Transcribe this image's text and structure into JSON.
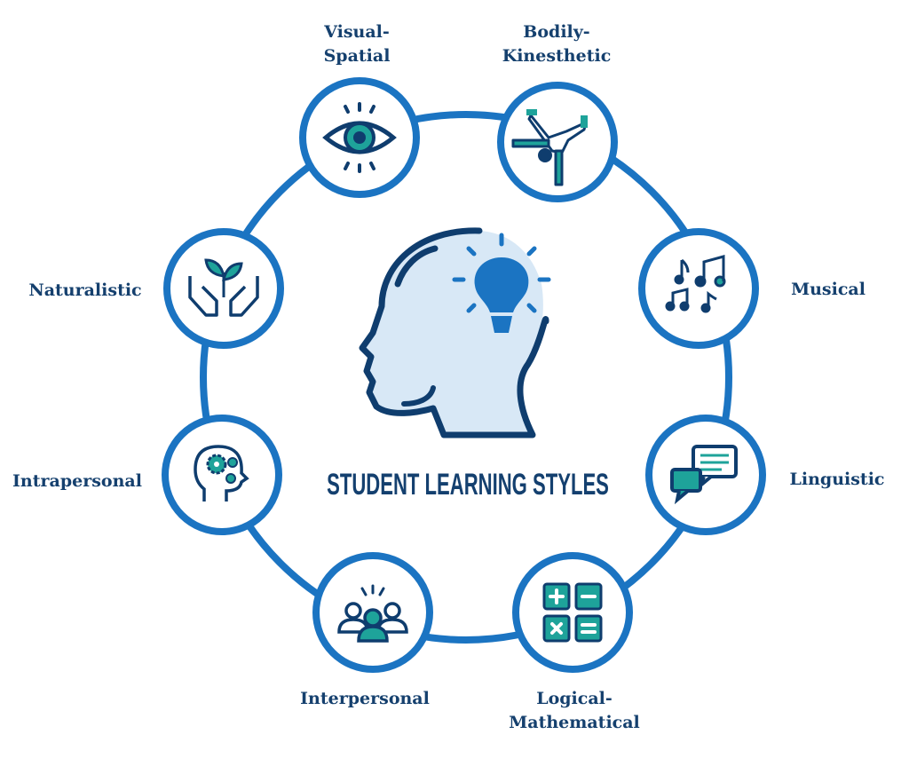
{
  "title": "STUDENT LEARNING STYLES",
  "colors": {
    "ring": "#1b74c2",
    "navy": "#0f3d6e",
    "teal": "#1ea39a",
    "light": "#d8e8f6"
  },
  "styles": [
    {
      "lines": [
        "Visual-",
        "Spatial"
      ],
      "icon": "eye-icon"
    },
    {
      "lines": [
        "Bodily-",
        "Kinesthetic"
      ],
      "icon": "cartwheel-person-icon"
    },
    {
      "lines": [
        "Musical"
      ],
      "icon": "music-notes-icon"
    },
    {
      "lines": [
        "Linguistic"
      ],
      "icon": "speech-bubbles-icon"
    },
    {
      "lines": [
        "Logical-",
        "Mathematical"
      ],
      "icon": "calculator-symbols-icon"
    },
    {
      "lines": [
        "Interpersonal"
      ],
      "icon": "group-people-icon"
    },
    {
      "lines": [
        "Intrapersonal"
      ],
      "icon": "head-gears-icon"
    },
    {
      "lines": [
        "Naturalistic"
      ],
      "icon": "hands-plant-icon"
    }
  ]
}
